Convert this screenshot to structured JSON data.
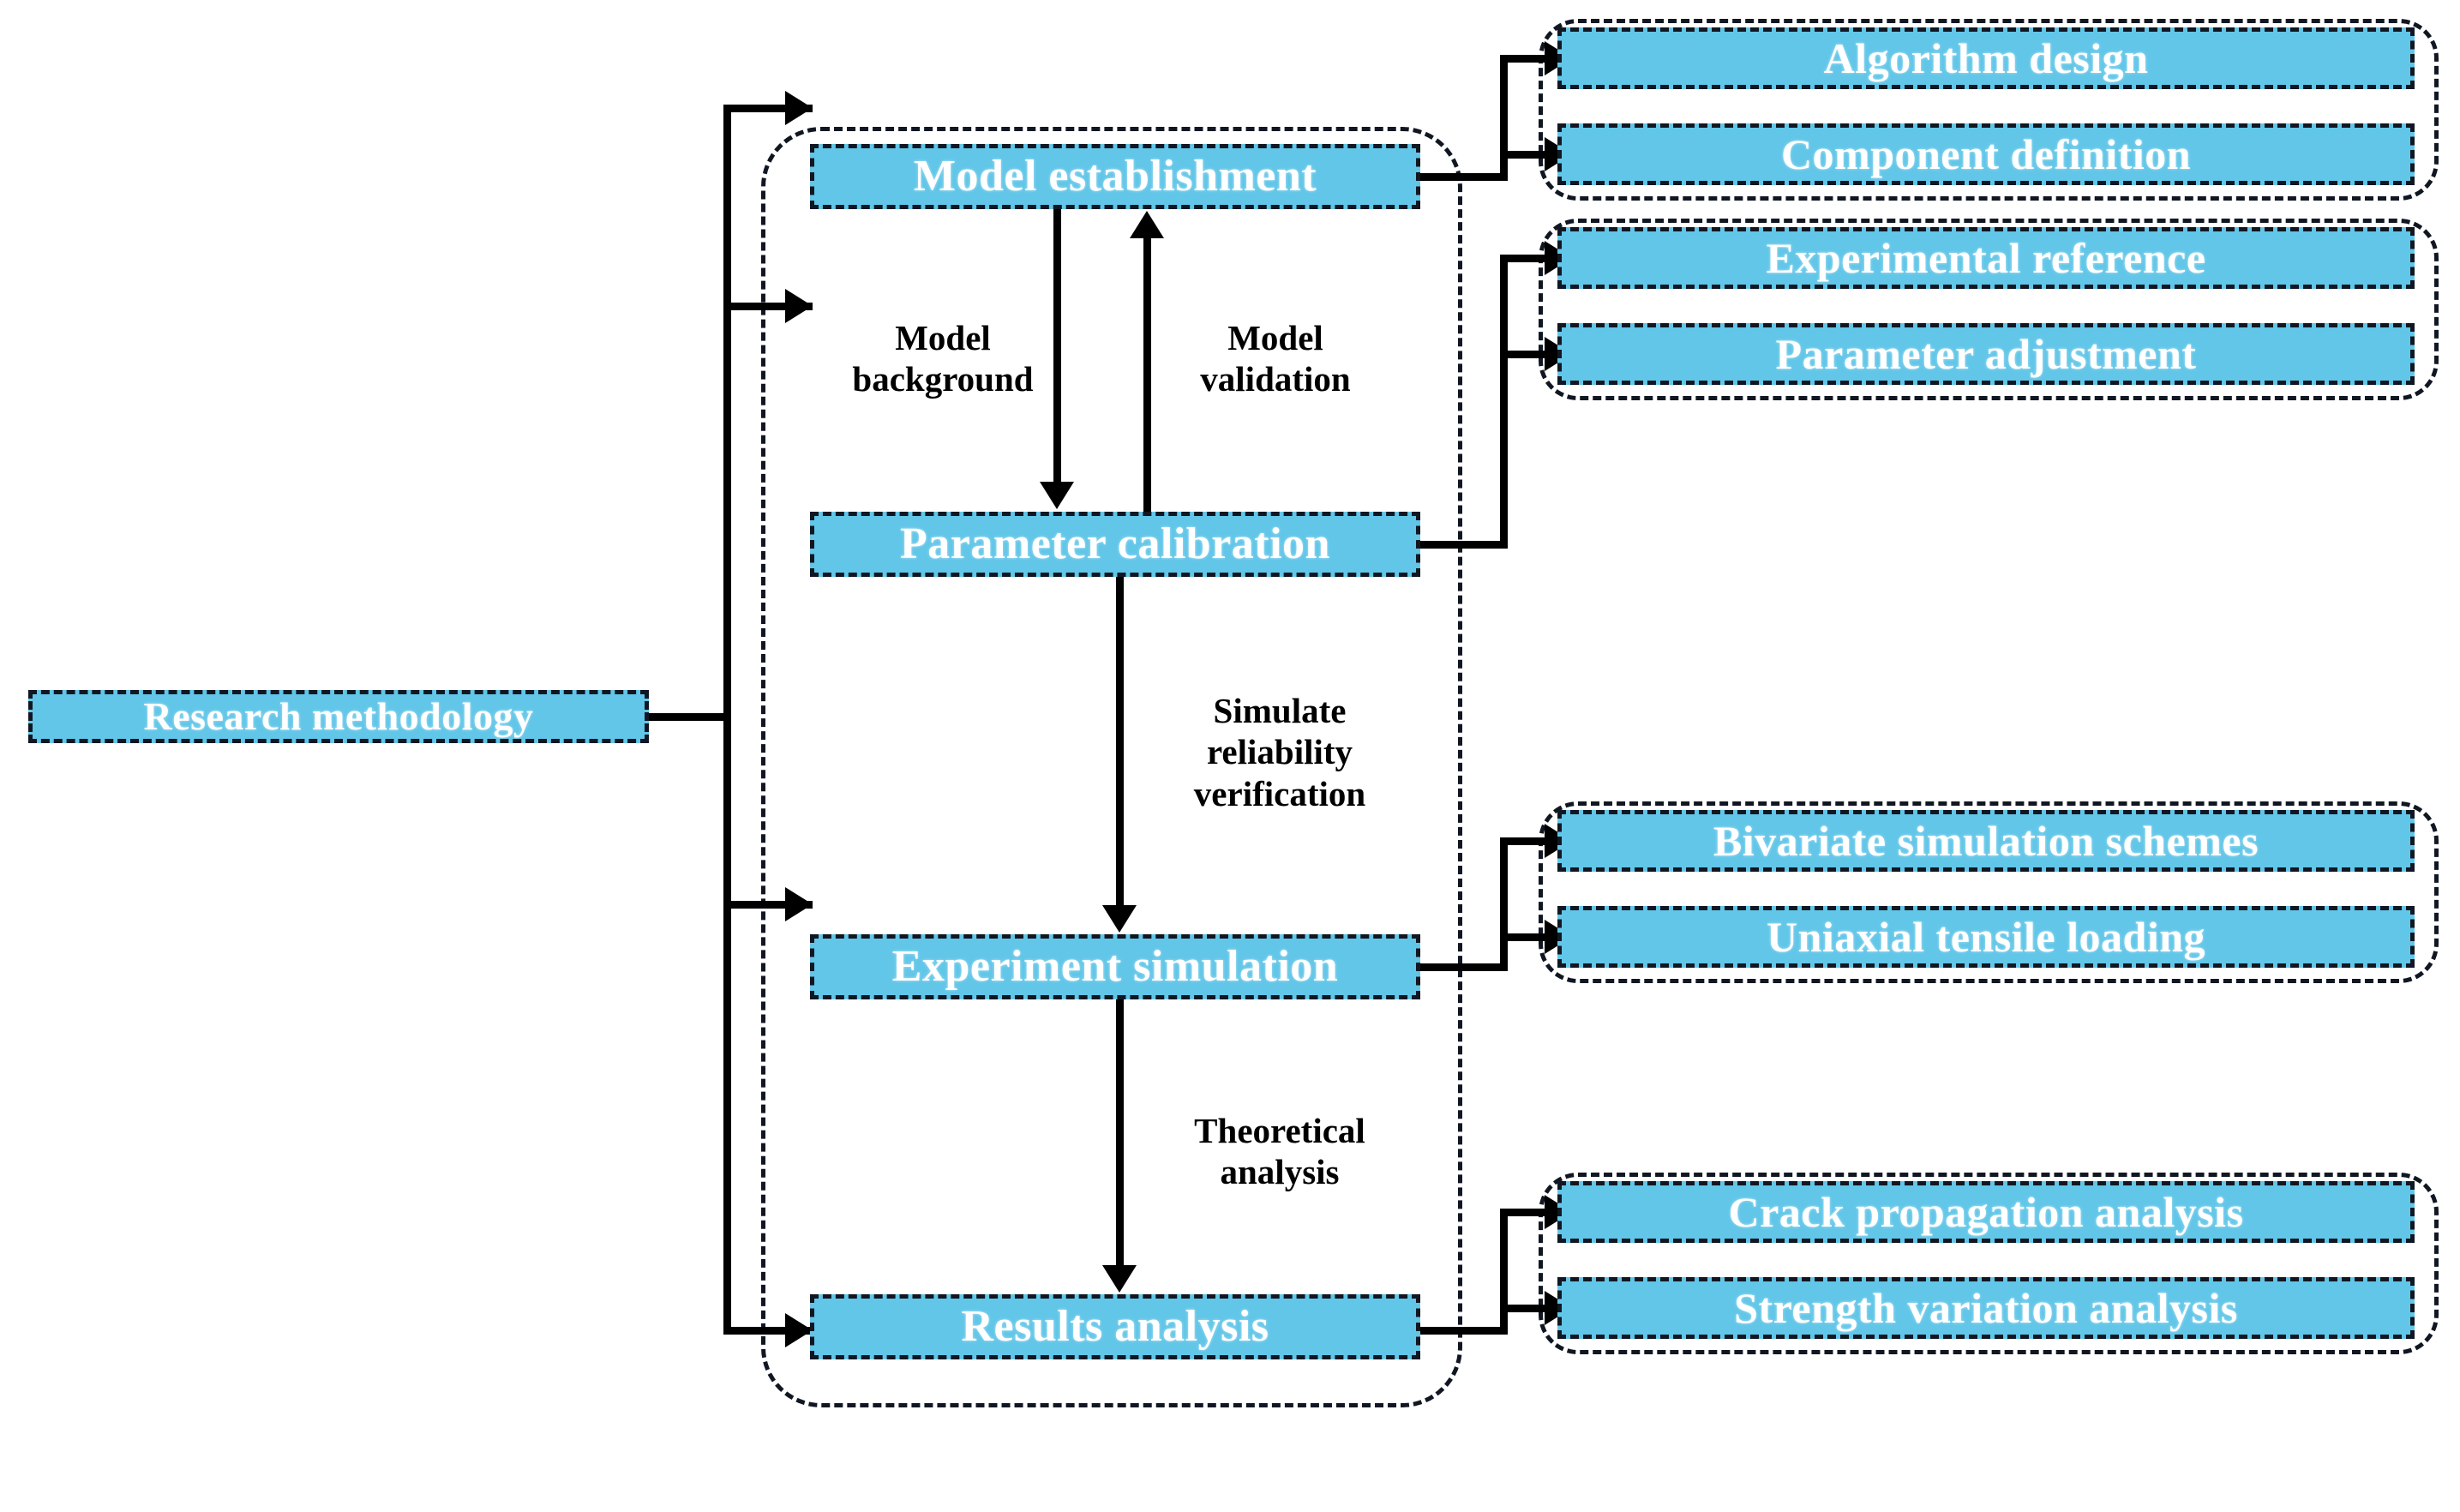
{
  "colors": {
    "node_fill": "#62C6E8",
    "node_text": "#FFFFFF",
    "stroke": "#111722",
    "connector": "#000000",
    "background": "#FFFFFF"
  },
  "root": {
    "label": "Research methodology"
  },
  "pipeline": {
    "stages": [
      {
        "id": "model-establishment",
        "label": "Model establishment"
      },
      {
        "id": "parameter-calibration",
        "label": "Parameter calibration"
      },
      {
        "id": "experiment-simulation",
        "label": "Experiment simulation"
      },
      {
        "id": "results-analysis",
        "label": "Results analysis"
      }
    ],
    "edge_labels": [
      {
        "id": "model-background",
        "text": "Model\nbackground",
        "direction": "down"
      },
      {
        "id": "model-validation",
        "text": "Model\nvalidation",
        "direction": "up"
      },
      {
        "id": "simulate-reliability",
        "text": "Simulate\nreliability\nverification",
        "direction": "down"
      },
      {
        "id": "theoretical-analysis",
        "text": "Theoretical\nanalysis",
        "direction": "down"
      }
    ]
  },
  "detail_groups": [
    {
      "id": "model-establishment-details",
      "source": "Model establishment",
      "items": [
        {
          "id": "algorithm-design",
          "label": "Algorithm design"
        },
        {
          "id": "component-definition",
          "label": "Component definition"
        }
      ]
    },
    {
      "id": "parameter-calibration-details",
      "source": "Parameter calibration",
      "items": [
        {
          "id": "experimental-reference",
          "label": "Experimental reference"
        },
        {
          "id": "parameter-adjustment",
          "label": "Parameter adjustment"
        }
      ]
    },
    {
      "id": "experiment-simulation-details",
      "source": "Experiment simulation",
      "items": [
        {
          "id": "bivariate-simulation-schemes",
          "label": "Bivariate simulation schemes"
        },
        {
          "id": "uniaxial-tensile-loading",
          "label": "Uniaxial tensile loading"
        }
      ]
    },
    {
      "id": "results-analysis-details",
      "source": "Results analysis",
      "items": [
        {
          "id": "crack-propagation-analysis",
          "label": "Crack propagation analysis"
        },
        {
          "id": "strength-variation-analysis",
          "label": "Strength variation analysis"
        }
      ]
    }
  ]
}
